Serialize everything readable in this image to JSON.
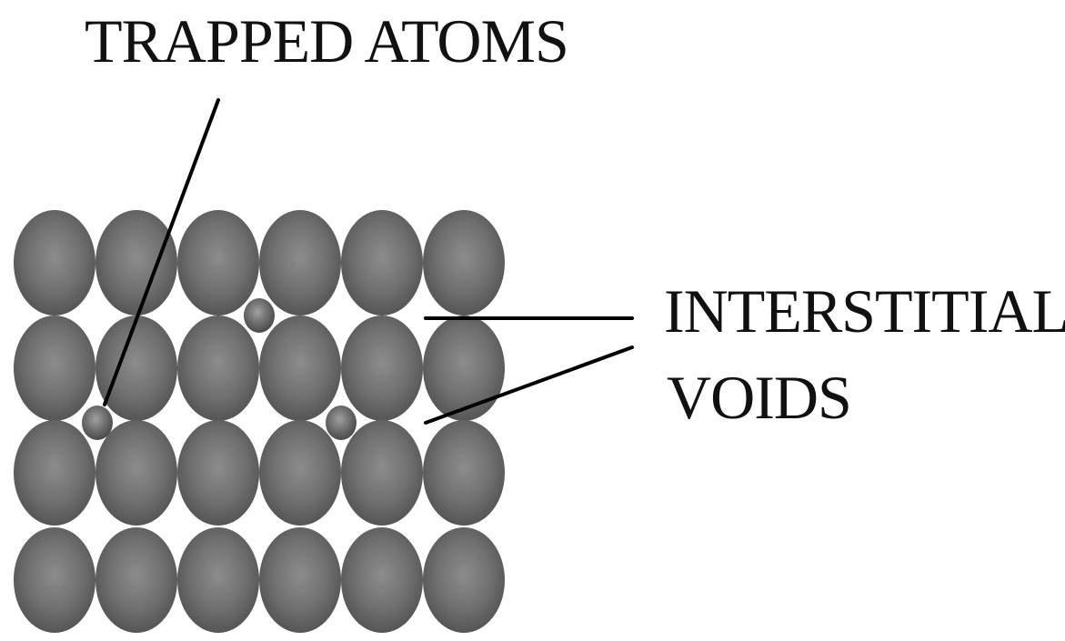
{
  "labels": {
    "trapped_atoms": "TRAPPED ATOMS",
    "interstitial_line1": "INTERSTITIAL",
    "interstitial_line2": "VOIDS"
  },
  "lattice": {
    "rows": 4,
    "columns": 6,
    "atom_color": "#6c6c6c",
    "atom_highlight": "#8a8a8a",
    "atom_shadow": "#4a4a4a"
  },
  "trapped_atom_count": 3
}
